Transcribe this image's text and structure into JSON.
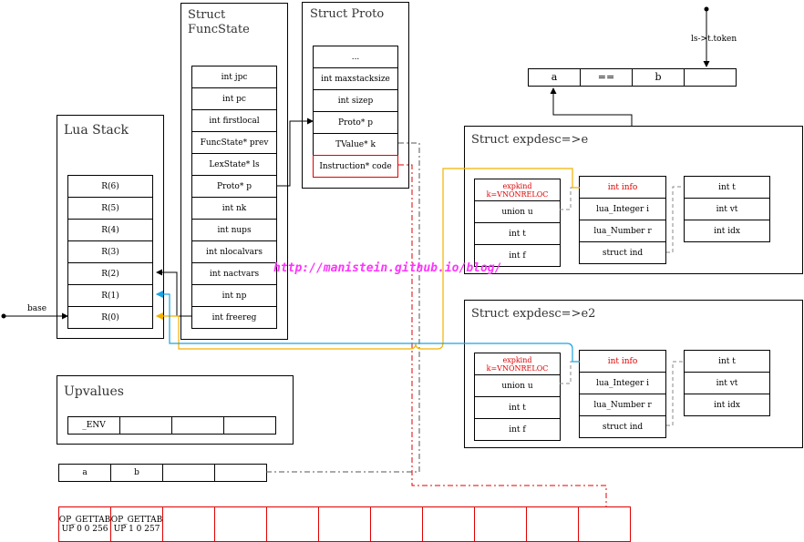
{
  "func_state": {
    "title": "Struct\nFuncState",
    "fields": [
      "int jpc",
      "int pc",
      "int firstlocal",
      "FuncState* prev",
      "LexState* ls",
      "Proto* p",
      "int nk",
      "int nups",
      "int nlocalvars",
      "int nactvars",
      "int np",
      "int freereg"
    ]
  },
  "proto": {
    "title": "Struct Proto",
    "fields": [
      "...",
      "int maxstacksize",
      "int sizep",
      "Proto* p",
      "TValue* k",
      "Instruction* code"
    ]
  },
  "lua_stack": {
    "title": "Lua Stack",
    "slots": [
      "R(6)",
      "R(5)",
      "R(4)",
      "R(3)",
      "R(2)",
      "R(1)",
      "R(0)"
    ],
    "base_label": "base"
  },
  "upvalues": {
    "title": "Upvalues",
    "cells": [
      "_ENV",
      "",
      "",
      ""
    ]
  },
  "constants": {
    "cells": [
      "a",
      "b",
      "",
      ""
    ]
  },
  "code": {
    "cells": [
      "OP_GETTAB UP 0 0 256",
      "OP_GETTAB UP 1 0 257",
      "",
      "",
      "",
      "",
      "",
      "",
      "",
      "",
      ""
    ]
  },
  "token": {
    "label": "ls->t.token",
    "cells": [
      "a",
      "==",
      "b",
      ""
    ]
  },
  "expdesc_e": {
    "title": "Struct expdesc=>e",
    "left": [
      "expkind k=VNONRELOC",
      "union u",
      "int t",
      "int f"
    ],
    "union": [
      "int info",
      "lua_Integer i",
      "lua_Number r",
      "struct ind"
    ],
    "ind": [
      "int t",
      "int vt",
      "int idx"
    ]
  },
  "expdesc_e2": {
    "title": "Struct expdesc=>e2",
    "left": [
      "expkind k=VNONRELOC",
      "union u",
      "int t",
      "int f"
    ],
    "union": [
      "int info",
      "lua_Integer i",
      "lua_Number r",
      "struct ind"
    ],
    "ind": [
      "int t",
      "int vt",
      "int idx"
    ]
  },
  "watermark": "http://manistein.github.io/blog/",
  "colors": {
    "red": "#e00000",
    "yellow": "#f2b200",
    "cyan": "#1aa3e0",
    "watermark": "#ff33ff"
  }
}
